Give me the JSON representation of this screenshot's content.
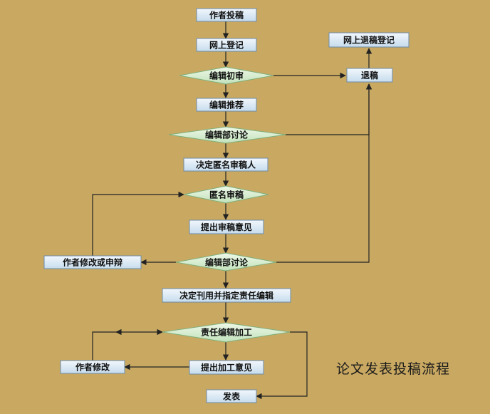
{
  "title": "论文发表投稿流程",
  "colors": {
    "background": "#c9a962",
    "box_fill": "#dce9f4",
    "box_stroke": "#6d8aa8",
    "diamond_fill": "#d6eed0",
    "diamond_stroke": "#7fae7a",
    "line": "#222222"
  },
  "nodes": {
    "submit": "作者投稿",
    "register": "网上登记",
    "initial_review": "编辑初审",
    "recommend": "编辑推荐",
    "discussion1": "编辑部讨论",
    "decide_reviewer": "决定匿名审稿人",
    "anonymous_review": "匿名审稿",
    "review_opinion": "提出审稿意见",
    "discussion2": "编辑部讨论",
    "author_revise_appeal": "作者修改或申辩",
    "decide_use": "决定刊用并指定责任编辑",
    "editor_process": "责任编辑加工",
    "process_opinion": "提出加工意见",
    "author_revise": "作者修改",
    "publish": "发表",
    "reject": "退稿",
    "online_reject_register": "网上退稿登记"
  }
}
